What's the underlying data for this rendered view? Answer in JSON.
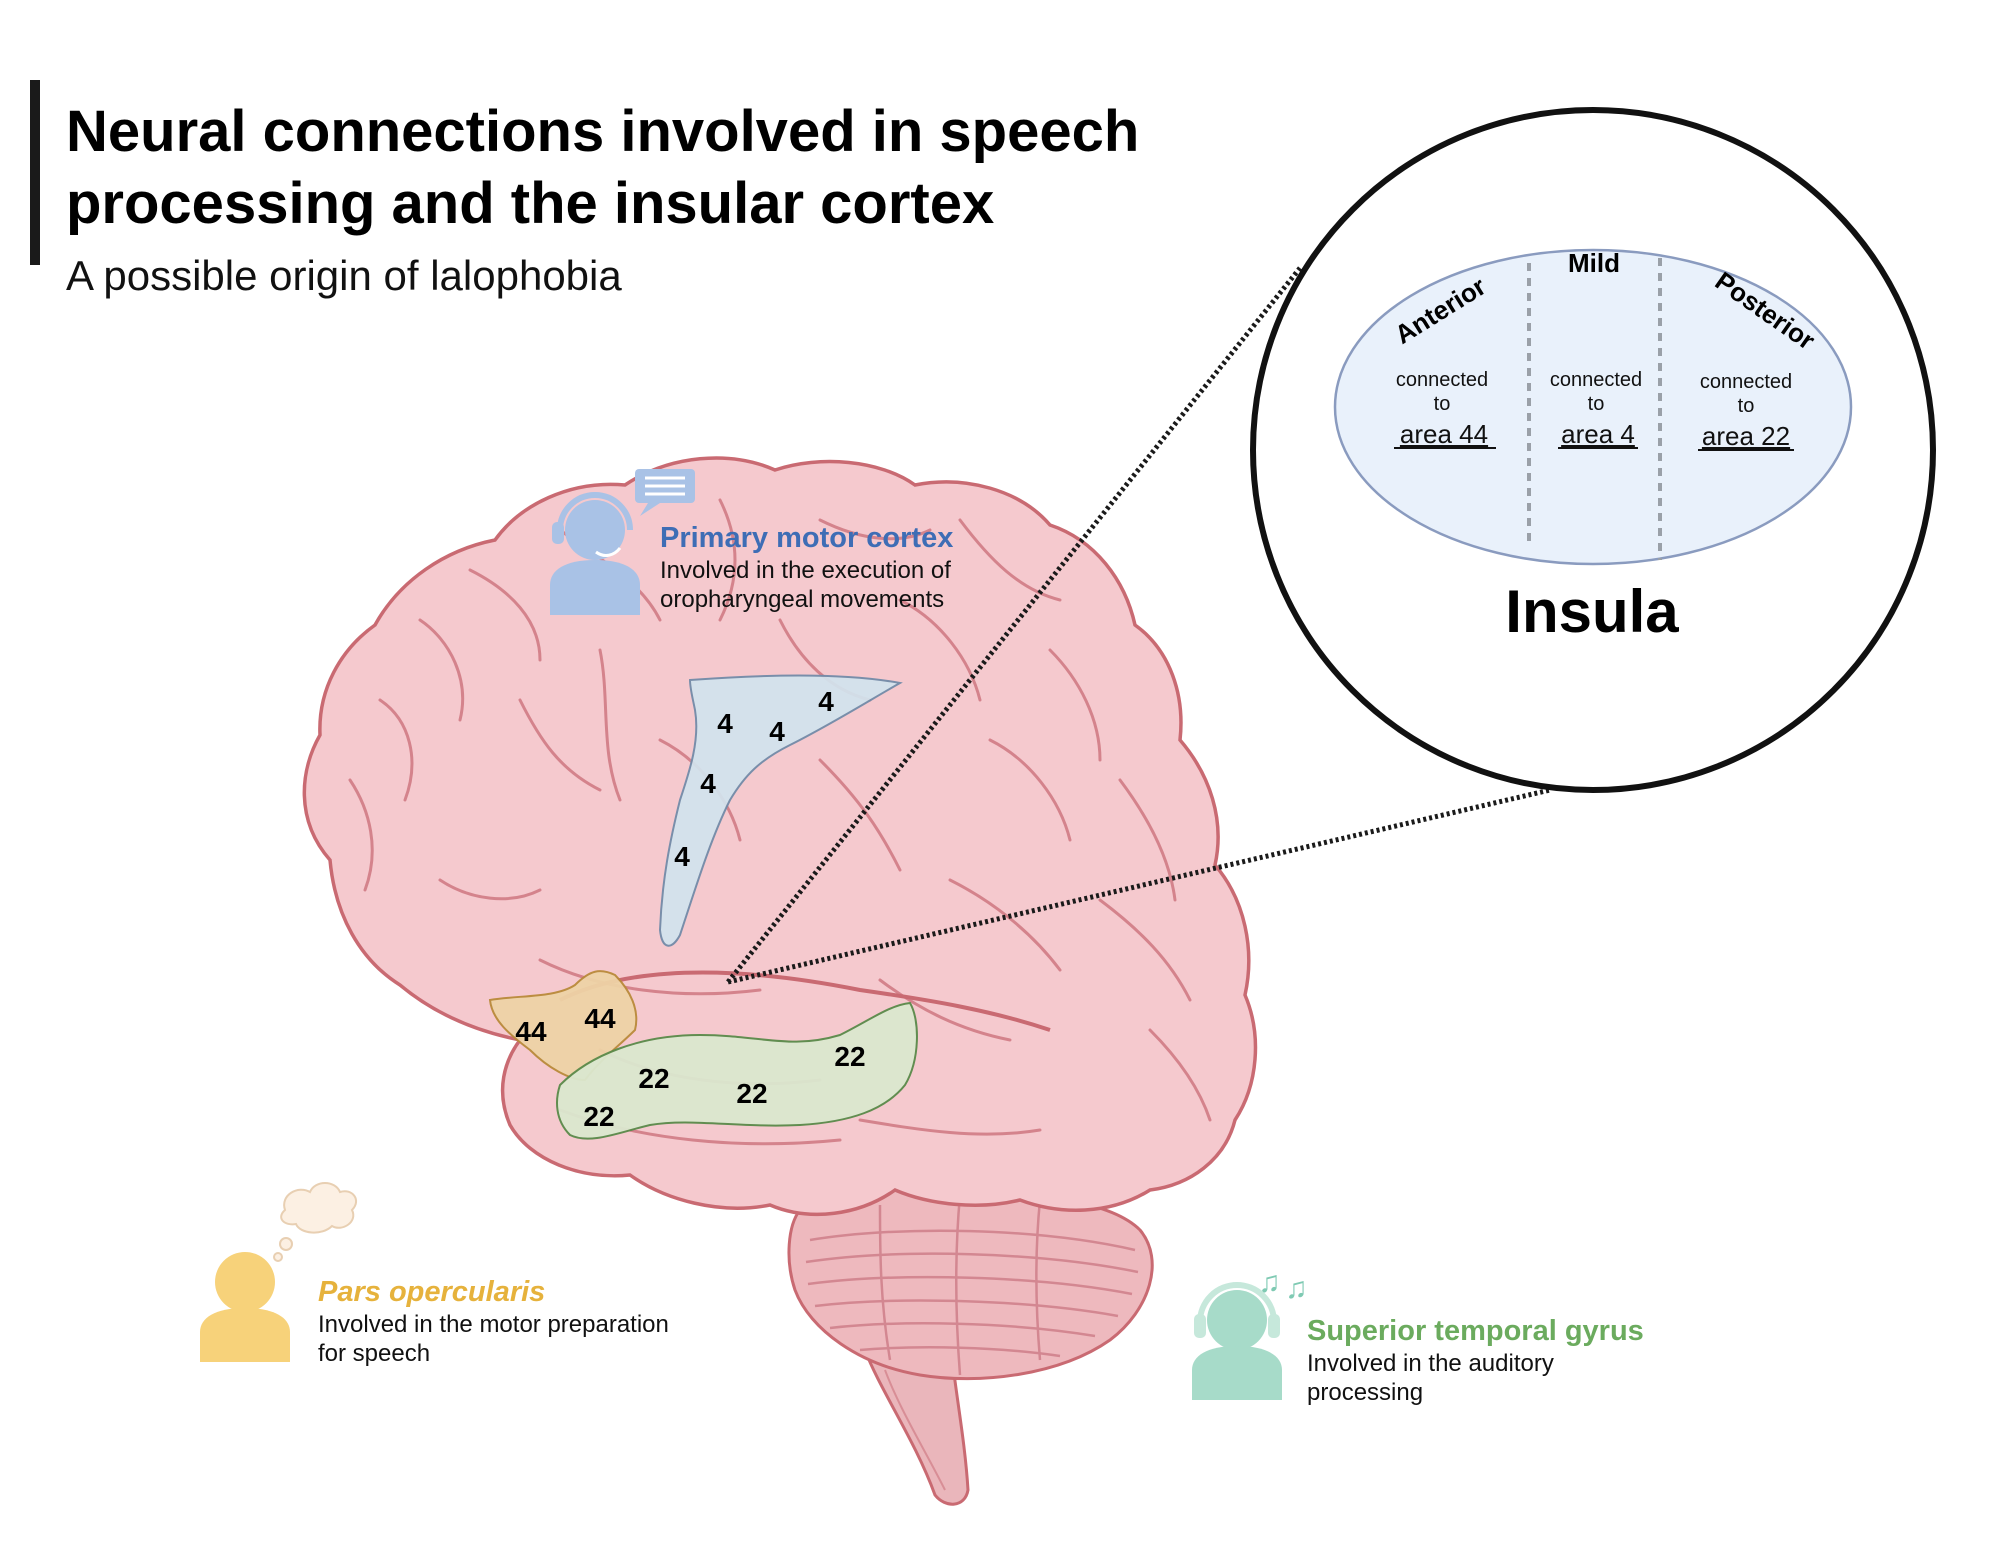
{
  "title": "Neural connections involved in speech processing and the insular cortex",
  "subtitle": "A possible origin of lalophobia",
  "colors": {
    "motor": "#3e6db5",
    "pars": "#e6b23c",
    "temporal": "#6bab5e",
    "brain_fill": "#f2c3c7",
    "brain_stroke": "#c96a72"
  },
  "callouts": {
    "motor": {
      "title": "Primary motor cortex",
      "desc": "Involved in the execution of oropharyngeal movements",
      "icon": "person-headset-speech-icon"
    },
    "pars": {
      "title": "Pars opercularis",
      "desc": "Involved in the motor preparation for speech",
      "icon": "person-thinking-icon"
    },
    "temporal": {
      "title": "Superior temporal gyrus",
      "desc": "Involved in the auditory processing",
      "icon": "person-headphones-music-icon"
    }
  },
  "brain_labels": {
    "area4": [
      "4",
      "4",
      "4",
      "4",
      "4"
    ],
    "area44": [
      "44",
      "44"
    ],
    "area22": [
      "22",
      "22",
      "22",
      "22"
    ]
  },
  "insula": {
    "label": "Insula",
    "sections": [
      {
        "name": "Anterior",
        "connected": "connected",
        "to": "to",
        "area": "area 44"
      },
      {
        "name": "Mild",
        "connected": "connected",
        "to": "to",
        "area": "area 4"
      },
      {
        "name": "Posterior",
        "connected": "connected",
        "to": "to",
        "area": "area 22"
      }
    ]
  }
}
